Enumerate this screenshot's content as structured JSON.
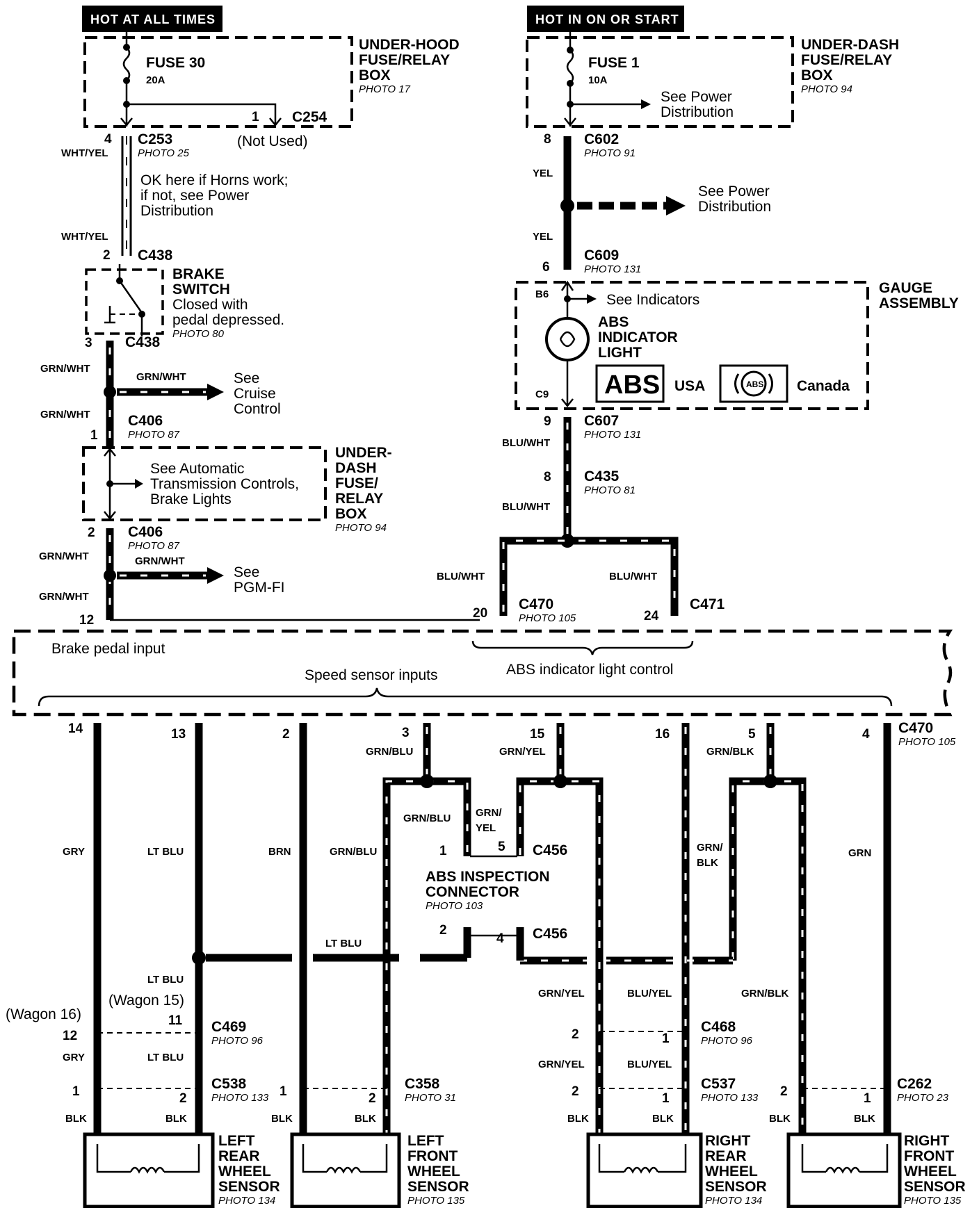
{
  "power": {
    "hot_at_all_times": "HOT AT ALL TIMES",
    "hot_in_on_or_start": "HOT IN ON OR START",
    "fuse30": "FUSE 30",
    "fuse30_amp": "20A",
    "fuse1": "FUSE 1",
    "fuse1_amp": "10A",
    "underhood_box": [
      "UNDER-HOOD",
      "FUSE/RELAY",
      "BOX"
    ],
    "underhood_photo": "PHOTO 17",
    "underdash_box": [
      "UNDER-DASH",
      "FUSE/RELAY",
      "BOX"
    ],
    "underdash_photo": "PHOTO 94",
    "see_power_dist": [
      "See Power",
      "Distribution"
    ],
    "not_used": "(Not Used)",
    "horn_note": [
      "OK here if Horns work;",
      "if not, see Power",
      "Distribution"
    ]
  },
  "connectors": {
    "c254": "C254",
    "c253": "C253",
    "c253_photo": "PHOTO 25",
    "c438": "C438",
    "c406": "C406",
    "c406_photo": "PHOTO 87",
    "c602": "C602",
    "c602_photo": "PHOTO 91",
    "c609": "C609",
    "c609_photo": "PHOTO 131",
    "c607": "C607",
    "c607_photo": "PHOTO 131",
    "c435": "C435",
    "c435_photo": "PHOTO 81",
    "c470": "C470",
    "c471": "C471",
    "c470_photo": "PHOTO 105",
    "c456": "C456",
    "c469": "C469",
    "c469_photo": "PHOTO 96",
    "c538": "C538",
    "c538_photo": "PHOTO 133",
    "c358": "C358",
    "c358_photo": "PHOTO 31",
    "c468": "C468",
    "c468_photo": "PHOTO 96",
    "c537": "C537",
    "c537_photo": "PHOTO 133",
    "c262": "C262",
    "c262_photo": "PHOTO 23"
  },
  "brake_switch": {
    "name": [
      "BRAKE",
      "SWITCH"
    ],
    "note": [
      "Closed with",
      "pedal depressed."
    ],
    "photo": "PHOTO 80"
  },
  "gauge": {
    "name": [
      "GAUGE",
      "ASSEMBLY"
    ],
    "see_indicators": "See Indicators",
    "light": [
      "ABS",
      "INDICATOR",
      "LIGHT"
    ],
    "abs_badge": "ABS",
    "abs_badge_small": "ABS",
    "usa": "USA",
    "canada": "Canada",
    "b6": "B6",
    "c9": "C9"
  },
  "mid_box": {
    "see_atc": [
      "See Automatic",
      "Transmission Controls,",
      "Brake Lights"
    ],
    "name": [
      "UNDER-",
      "DASH",
      "FUSE/",
      "RELAY",
      "BOX"
    ],
    "photo": "PHOTO 94"
  },
  "refs": {
    "see_cruise": [
      "See",
      "Cruise",
      "Control"
    ],
    "see_pgm": [
      "See",
      "PGM-FI"
    ]
  },
  "abs_unit": {
    "brake_pedal_input": "Brake pedal input",
    "abs_light_control": "ABS indicator light control",
    "speed_sensor_inputs": "Speed sensor inputs"
  },
  "inspection": {
    "name": [
      "ABS INSPECTION",
      "CONNECTOR"
    ],
    "photo": "PHOTO 103"
  },
  "wires": {
    "wht_yel": "WHT/YEL",
    "grn_wht": "GRN/WHT",
    "yel": "YEL",
    "blu_wht": "BLU/WHT",
    "gry": "GRY",
    "lt_blu": "LT BLU",
    "brn": "BRN",
    "grn_blu": "GRN/BLU",
    "grn_yel": "GRN/YEL",
    "grn_yel_split": [
      "GRN/",
      "YEL"
    ],
    "grn_blk": "GRN/BLK",
    "grn_blk_split": [
      "GRN/",
      "BLK"
    ],
    "grn": "GRN",
    "blu_yel": "BLU/YEL",
    "blk": "BLK"
  },
  "wagon": {
    "w16": "(Wagon 16)",
    "w15": "(Wagon 15)"
  },
  "sensors": {
    "lr": [
      "LEFT",
      "REAR",
      "WHEEL",
      "SENSOR"
    ],
    "lr_photo": "PHOTO 134",
    "lf": [
      "LEFT",
      "FRONT",
      "WHEEL",
      "SENSOR"
    ],
    "lf_photo": "PHOTO 135",
    "rr": [
      "RIGHT",
      "REAR",
      "WHEEL",
      "SENSOR"
    ],
    "rr_photo": "PHOTO 134",
    "rf": [
      "RIGHT",
      "FRONT",
      "WHEEL",
      "SENSOR"
    ],
    "rf_photo": "PHOTO 135"
  },
  "pins": {
    "p1": "1",
    "p2": "2",
    "p3": "3",
    "p4": "4",
    "p5": "5",
    "p6": "6",
    "p8": "8",
    "p9": "9",
    "p11": "11",
    "p12": "12",
    "p13": "13",
    "p14": "14",
    "p15": "15",
    "p16": "16",
    "p20": "20",
    "p24": "24"
  }
}
